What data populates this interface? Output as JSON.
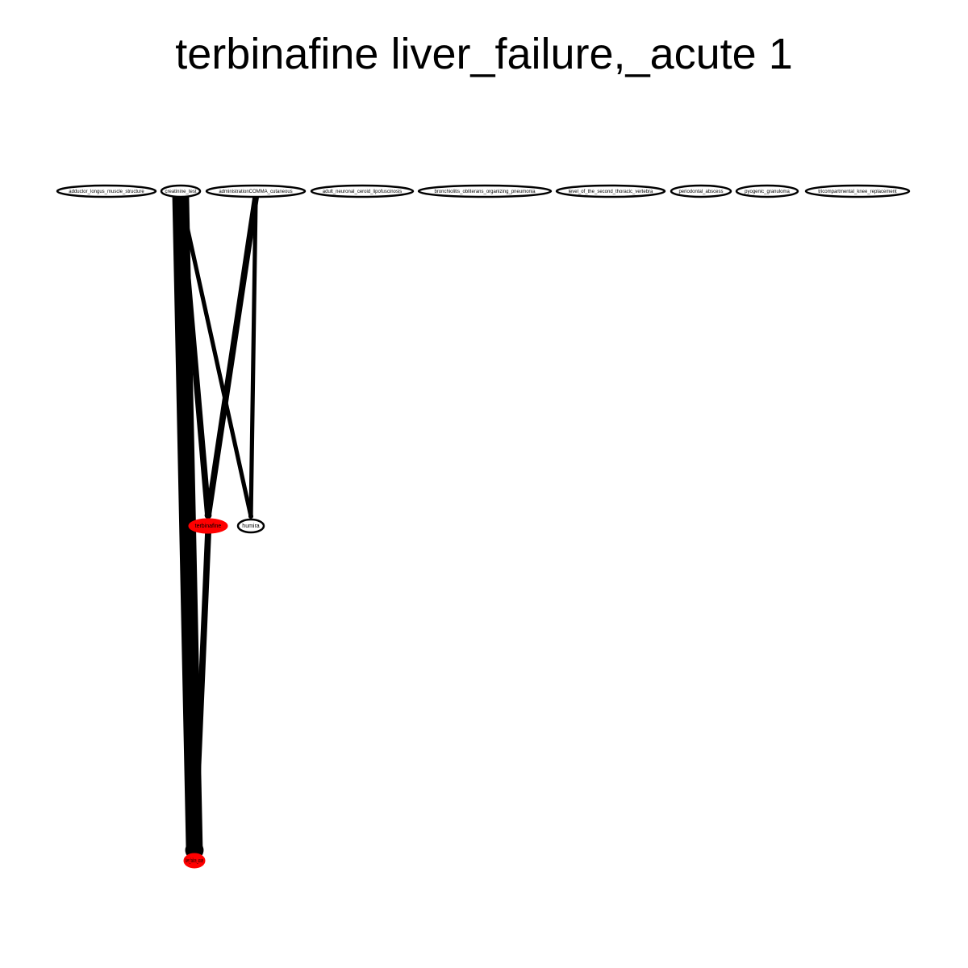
{
  "title": "terbinafine liver_failure,_acute 1",
  "nodes": {
    "top_row": [
      {
        "label": "adductor_longus_muscle_structure",
        "highlighted": false
      },
      {
        "label": "creatinine_test",
        "highlighted": false
      },
      {
        "label": "administrationCOMMA_cutaneous",
        "highlighted": false
      },
      {
        "label": "adult_neuronal_ceroid_lipofuscinosis",
        "highlighted": false
      },
      {
        "label": "bronchiolitis_obliterans_organizing_pneumonia",
        "highlighted": false
      },
      {
        "label": "level_of_the_second_thoracic_vertebra",
        "highlighted": false
      },
      {
        "label": "periodontal_abscess",
        "highlighted": false
      },
      {
        "label": "pyogenic_granuloma",
        "highlighted": false
      },
      {
        "label": "tricompartmental_knee_replacement",
        "highlighted": false
      }
    ],
    "middle_row": [
      {
        "label": "terbinafine",
        "highlighted": true
      },
      {
        "label": "humira",
        "highlighted": false
      }
    ],
    "bottom_row": [
      {
        "label": "liver_failure,_acute",
        "highlighted": true
      }
    ]
  },
  "edges": [
    {
      "from": "creatinine_test",
      "to": "liver_failure,_acute",
      "weight": 8
    },
    {
      "from": "creatinine_test",
      "to": "terbinafine",
      "weight": 3
    },
    {
      "from": "creatinine_test",
      "to": "humira",
      "weight": 2
    },
    {
      "from": "administrationCOMMA_cutaneous",
      "to": "terbinafine",
      "weight": 3
    },
    {
      "from": "administrationCOMMA_cutaneous",
      "to": "humira",
      "weight": 2
    },
    {
      "from": "terbinafine",
      "to": "liver_failure,_acute",
      "weight": 3
    }
  ],
  "colors": {
    "highlight": "#ff0000",
    "stroke": "#000000",
    "background": "#ffffff"
  }
}
